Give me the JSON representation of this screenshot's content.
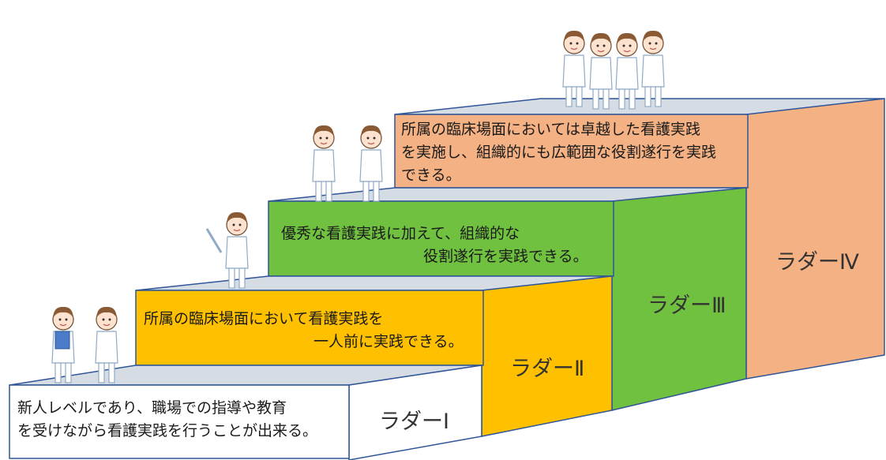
{
  "steps": [
    {
      "name": "ラダーⅠ",
      "description": [
        "新人レベルであり、職場での指導や教育",
        "を受けながら看護実践を行うことが出来る。"
      ],
      "color": "#ffffff"
    },
    {
      "name": "ラダーⅡ",
      "description": [
        "所属の臨床場面において看護実践を",
        "一人前に実践できる。"
      ],
      "color": "#ffc000"
    },
    {
      "name": "ラダーⅢ",
      "description": [
        "優秀な看護実践に加えて、組織的な",
        "役割遂行を実践できる。"
      ],
      "color": "#70c13f"
    },
    {
      "name": "ラダーⅣ",
      "description": [
        "所属の臨床場面においては卓越した看護実践",
        "を実施し、組織的にも広範囲な役割遂行を実践",
        "できる。"
      ],
      "color": "#f4b183"
    }
  ],
  "colors": {
    "tread": "#d6dce4",
    "outline": "#2f5597",
    "side_ladder3": "#70c13f",
    "side_ladder4": "#f4b183"
  },
  "illustrations": [
    "nurse-pair-icon",
    "nurse-with-syringe-icon",
    "nurse-pair-icon",
    "nursing-team-icon"
  ]
}
